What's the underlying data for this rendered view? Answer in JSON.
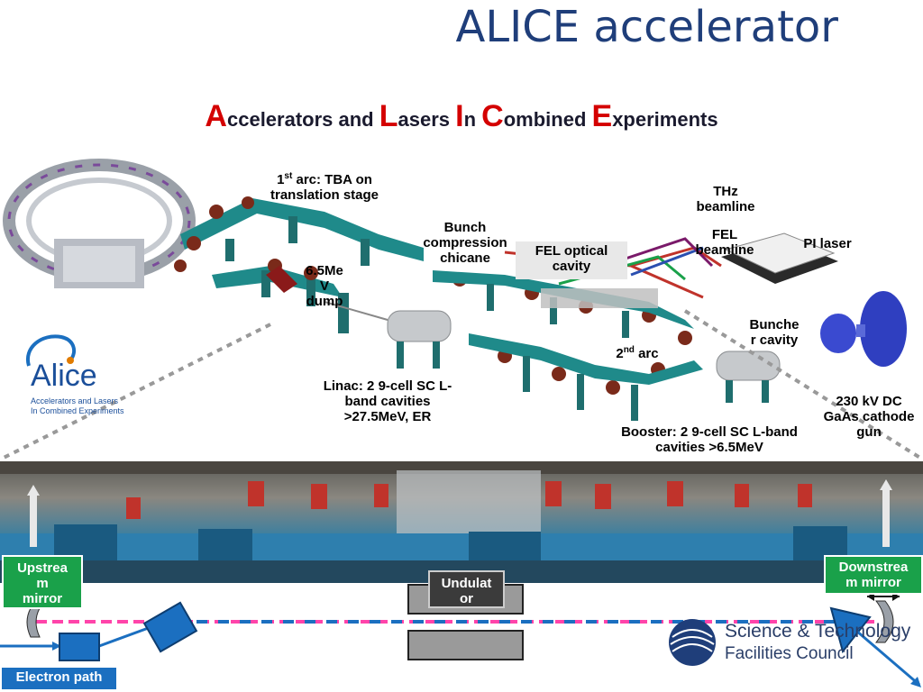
{
  "title": "ALICE accelerator",
  "subtitle": [
    {
      "cap": "A",
      "rest": "ccelerators and "
    },
    {
      "cap": "L",
      "rest": "asers "
    },
    {
      "cap": "I",
      "rest": "n "
    },
    {
      "cap": "C",
      "rest": "ombined "
    },
    {
      "cap": "E",
      "rest": "xperiments"
    }
  ],
  "labels": {
    "first_arc_prefix": "1",
    "first_arc_sup": "st",
    "first_arc_rest": " arc: TBA on",
    "first_arc_line2": "translation stage",
    "thz_1": "THz",
    "thz_2": "beamline",
    "bunch_1": "Bunch",
    "bunch_2": "compression",
    "bunch_3": "chicane",
    "fel_beam_1": "FEL",
    "fel_beam_2": "beamline",
    "pi_laser": "PI laser",
    "fel_cavity_1": "FEL optical",
    "fel_cavity_2": "cavity",
    "dump_1": "6.5Me",
    "dump_2": "V",
    "dump_3": "dump",
    "buncher_1": "Bunche",
    "buncher_2": "r cavity",
    "second_arc_prefix": "2",
    "second_arc_sup": "nd",
    "second_arc_rest": " arc",
    "linac_1": "Linac: 2 9-cell SC L-",
    "linac_2": "band cavities",
    "linac_3": ">27.5MeV, ER",
    "gun_1": "230 kV DC",
    "gun_2": "GaAs cathode",
    "gun_3": "gun",
    "booster_1": "Booster: 2 9-cell SC L-band",
    "booster_2": "cavities >6.5MeV"
  },
  "logo": {
    "name": "Alice",
    "line1": "Accelerators and Lasers",
    "line2": "In Combined Experiments"
  },
  "bottom": {
    "upstream_1": "Upstrea",
    "upstream_2": "m",
    "upstream_3": "mirror",
    "downstream_1": "Downstrea",
    "downstream_2": "m mirror",
    "undulator_1": "Undulat",
    "undulator_2": "or",
    "electron_path": "Electron path"
  },
  "stfc": {
    "line1": "Science & Technology",
    "line2": "Facilities Council"
  },
  "colors": {
    "title": "#1f3e7a",
    "cap_red": "#d40000",
    "green_box": "#1aa14a",
    "blue_box": "#1b6fc0",
    "optical_path": "#ff44aa",
    "electron_beam": "#1b6fc0",
    "machine_teal": "#1f8a8a"
  }
}
